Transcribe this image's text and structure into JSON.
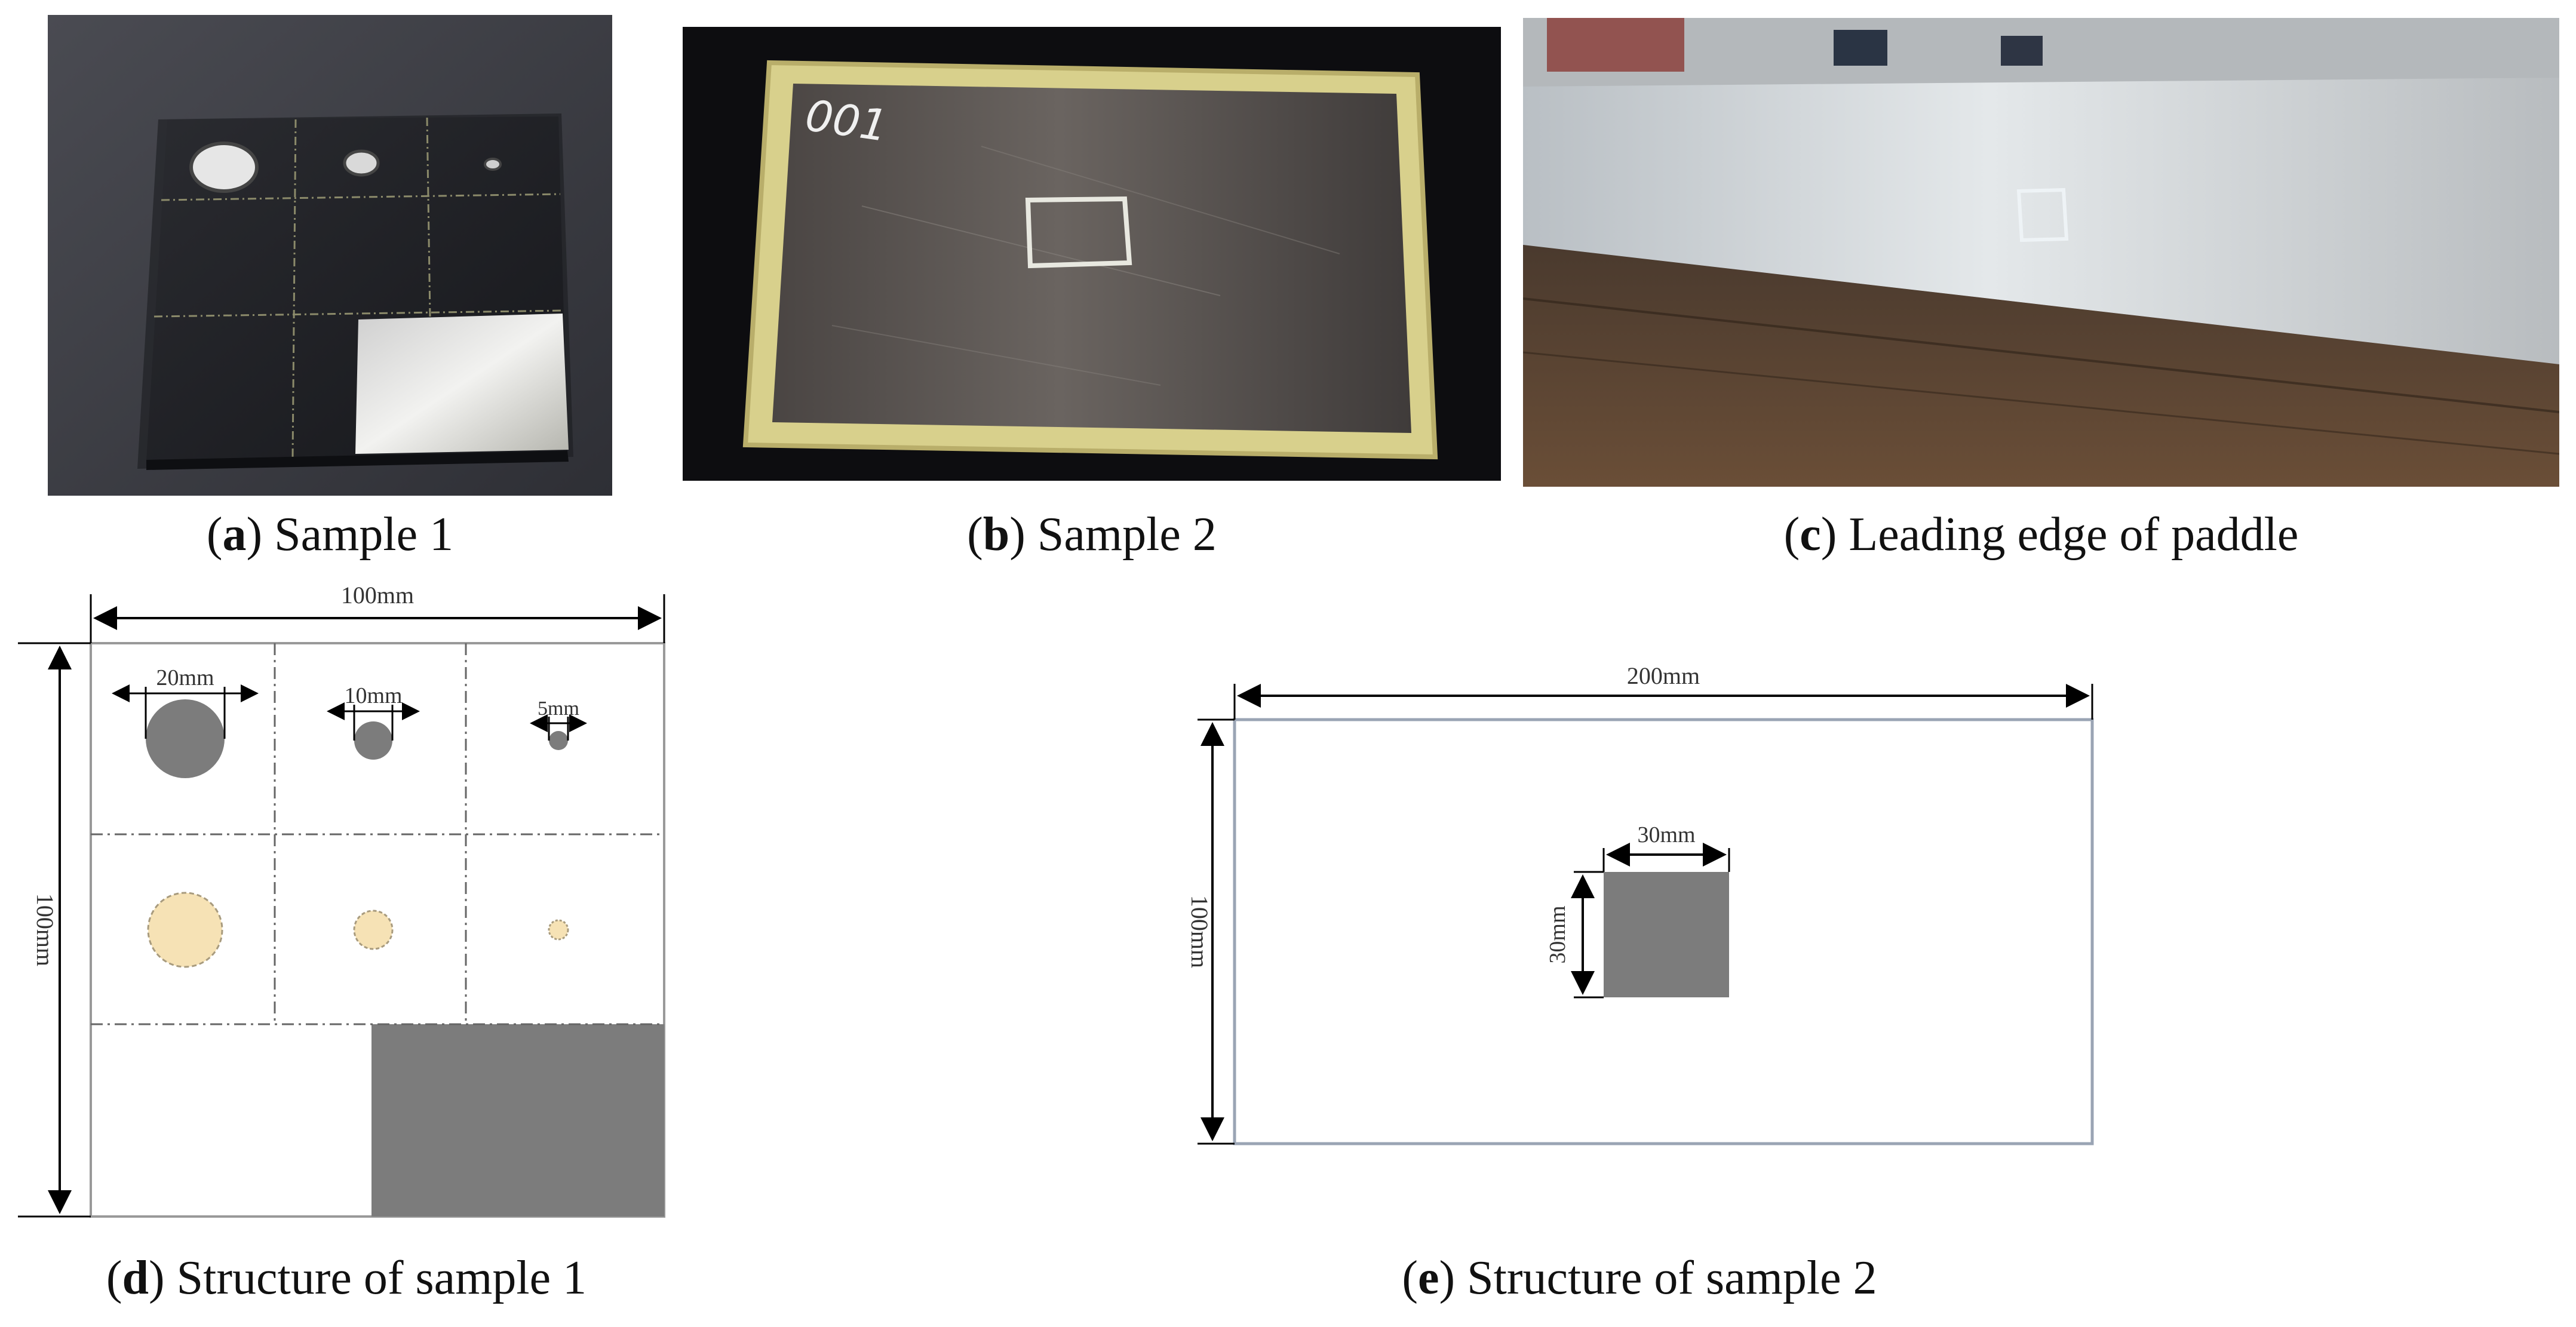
{
  "figure": {
    "panels": [
      {
        "letter": "a",
        "caption": "Sample 1"
      },
      {
        "letter": "b",
        "caption": "Sample 2"
      },
      {
        "letter": "c",
        "caption": "Leading edge of paddle"
      },
      {
        "letter": "d",
        "caption": "Structure of sample 1"
      },
      {
        "letter": "e",
        "caption": "Structure of sample 2"
      }
    ],
    "photo_b_marking": "001",
    "diagram_d": {
      "width_label": "100mm",
      "height_label": "100mm",
      "hole_labels": [
        "20mm",
        "10mm",
        "5mm"
      ]
    },
    "diagram_e": {
      "width_label": "200mm",
      "height_label": "100mm",
      "square_width_label": "30mm",
      "square_height_label": "30mm"
    }
  }
}
